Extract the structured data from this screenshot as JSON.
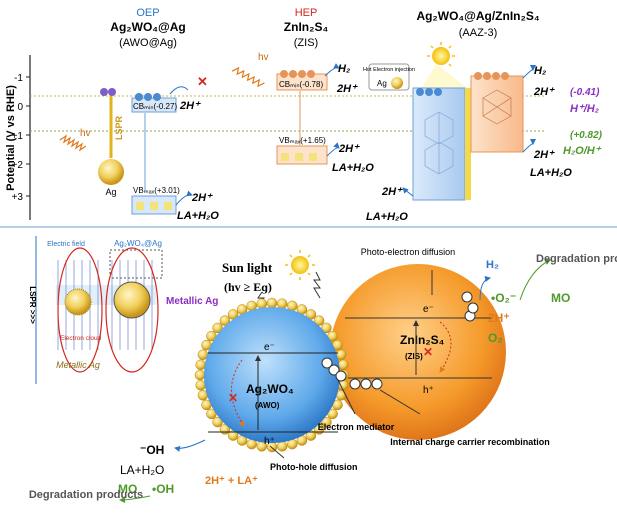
{
  "top": {
    "yaxis": {
      "label": "Potential (V vs RHE)",
      "ticks": [
        "-1",
        "0",
        "+1",
        "+2",
        "+3"
      ]
    },
    "col1": {
      "tag": "OEP",
      "name": "Ag₂WO₄@Ag",
      "abbr": "(AWO@Ag)",
      "cb": "CBₘᵢₙ(-0.27)",
      "vb": "VBₘₐₓ(+3.01)",
      "hv": "hv",
      "lspr": "LSPR",
      "ag": "Ag",
      "h2": "2H⁺",
      "cross": "✕",
      "prod_vb": "2H⁺",
      "reac_vb": "LA+H₂O"
    },
    "col2": {
      "tag": "HEP",
      "name": "ZnIn₂S₄",
      "abbr": "(ZIS)",
      "cb": "CBₘᵢₙ(-0.78)",
      "vb": "VBₘₐₓ(+1.65)",
      "hv": "hv",
      "h2": "H₂",
      "h2p": "2H⁺",
      "prod_vb": "2H⁺",
      "reac_vb": "LA+H₂O"
    },
    "col3": {
      "name": "Ag₂WO₄@Ag/ZnIn₂S₄",
      "abbr": "(AAZ-3)",
      "hot": "Hot Electron injection",
      "ag": "Ag",
      "h2": "H₂",
      "h2p": "2H⁺",
      "right_prod": "2H⁺",
      "right_reac": "LA+H₂O",
      "left_prod": "2H⁺",
      "left_reac": "LA+H₂O"
    },
    "levels": {
      "hh2": "(-0.41)",
      "hh2_label": "H⁺/H₂",
      "o2": "(+0.82)",
      "o2_label": "H₂O/H⁺"
    }
  },
  "inset": {
    "efield": "Electric field",
    "awoag": "Ag₂WO₄@Ag",
    "ecloud": "Electron cloud",
    "metallic": "Metallic Ag",
    "lspr": "LSPR >>>"
  },
  "bottom": {
    "sunlight": "Sun light",
    "cond": "(hv ≥ Eɡ)",
    "metallic_ag": "Metallic Ag",
    "awo_name": "Ag₂WO₄",
    "awo_abbr": "(AWO)",
    "zis_name": "ZnIn₂S₄",
    "zis_abbr": "(ZIS)",
    "e": "e⁻",
    "h": "h⁺",
    "pe_diff": "Photo-electron diffusion",
    "ph_diff": "Photo-hole diffusion",
    "mediator": "Electron mediator",
    "recomb": "Internal charge carrier recombination",
    "h2": "H₂",
    "o2r": "•O₂⁻",
    "h2p": "2H⁺",
    "o2": "O₂",
    "mo_r": "MO",
    "deg_r": "Degradation products",
    "oh_m": "⁻OH",
    "la": "LA+H₂O",
    "mo_l": "MO",
    "oh_r": "•OH",
    "deg_l": "Degradation products",
    "prod": "2H⁺ + LA⁺"
  },
  "colors": {
    "awo": "#3d8fd8",
    "zis": "#f08a1c",
    "purple": "#8a2ec4",
    "green": "#4f9a2a",
    "blue": "#2a74c9",
    "red": "#d4281f"
  }
}
